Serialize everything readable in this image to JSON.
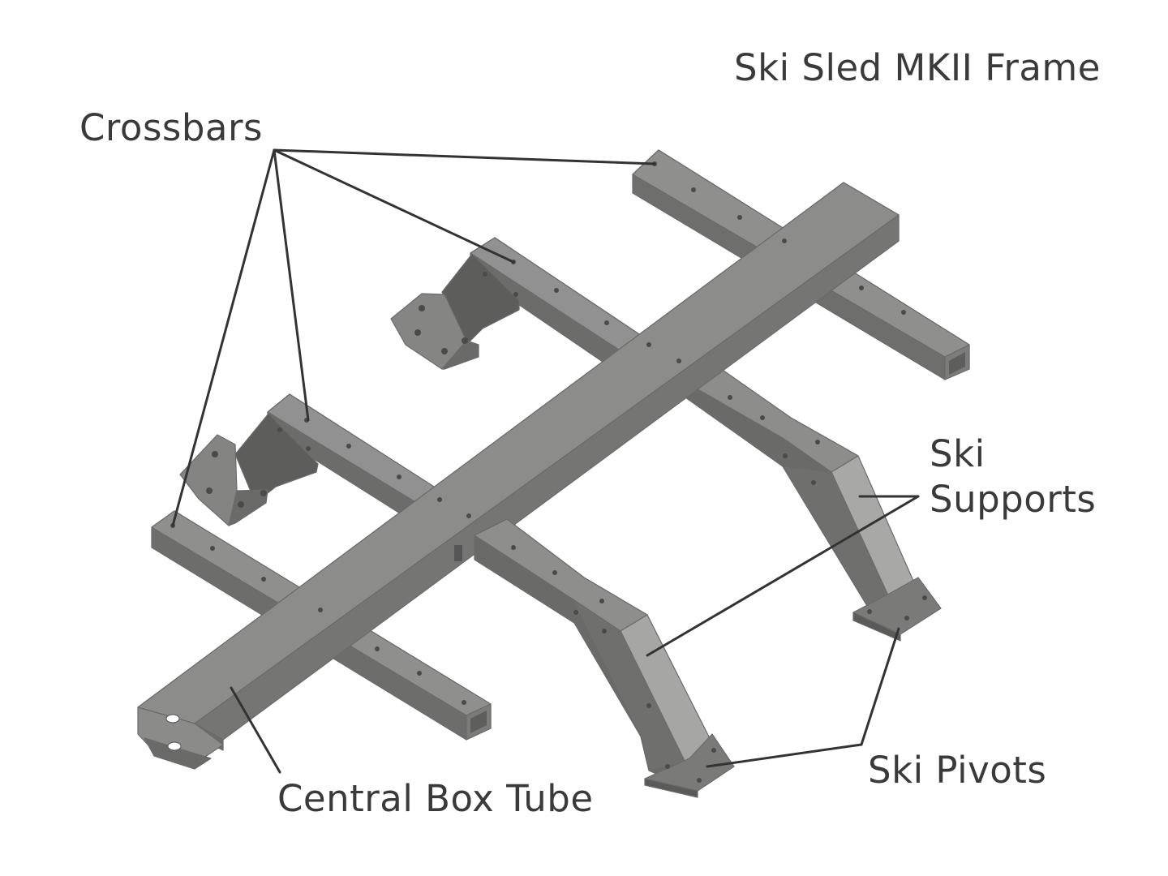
{
  "title": "Ski Sled MKII Frame",
  "labels": {
    "crossbars": "Crossbars",
    "ski_supports_line1": "Ski",
    "ski_supports_line2": "Supports",
    "ski_pivots": "Ski Pivots",
    "central_box_tube": "Central Box Tube"
  },
  "colors": {
    "steel_top": "#8e8f8d",
    "steel_side": "#6b6c6a",
    "steel_dark": "#5a5b59",
    "steel_light": "#a8a9a6",
    "leader": "#333333",
    "text": "#3a3a3a"
  }
}
